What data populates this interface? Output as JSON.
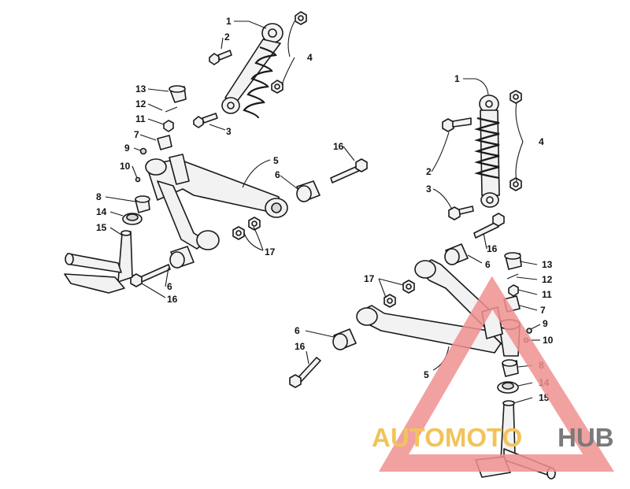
{
  "callouts": {
    "n1": "1",
    "n2": "2",
    "n3": "3",
    "n4": "4",
    "n5": "5",
    "n6": "6",
    "n7": "7",
    "n8": "8",
    "n9": "9",
    "n10": "10",
    "n11": "11",
    "n12": "12",
    "n13": "13",
    "n14": "14",
    "n15": "15",
    "n16": "16",
    "n17": "17"
  },
  "watermark": {
    "text_a": "AUTOMOTO",
    "text_b": "HUB",
    "color_triangle": "#f09090",
    "color_text_a": "#f2c35a",
    "color_text_b": "#7a7a7a"
  }
}
